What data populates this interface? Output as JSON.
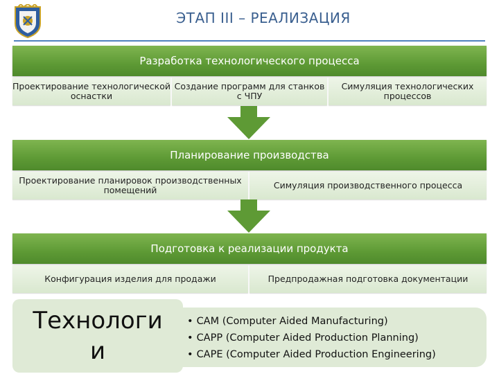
{
  "header": {
    "title": "ЭТАП III – РЕАЛИЗАЦИЯ"
  },
  "stages": [
    {
      "title": "Разработка технологического процесса",
      "items": [
        "Проектирование технологической оснастки",
        "Создание программ для станков с ЧПУ",
        "Симуляция технологических процессов"
      ]
    },
    {
      "title": "Планирование производства",
      "items": [
        "Проектирование планировок производственных помещений",
        "Симуляция производственного процесса"
      ]
    },
    {
      "title": "Подготовка к реализации продукта",
      "items": [
        "Конфигурация изделия для продажи",
        "Предпродажная подготовка документации"
      ]
    }
  ],
  "technologies": {
    "heading": "Технологии",
    "items": [
      "CAM (Computer Aided Manufacturing)",
      "CAPP (Computer Aided Production Planning)",
      "CAPE (Computer Aided Production Engineering)"
    ]
  },
  "colors": {
    "band": "#5e9a35",
    "sub_box": "#e3eedb",
    "title_text": "#3a5f8f",
    "rule": "#4f81bd"
  },
  "icons": {
    "logo": "university-crest-icon",
    "connector": "down-arrow-icon"
  }
}
